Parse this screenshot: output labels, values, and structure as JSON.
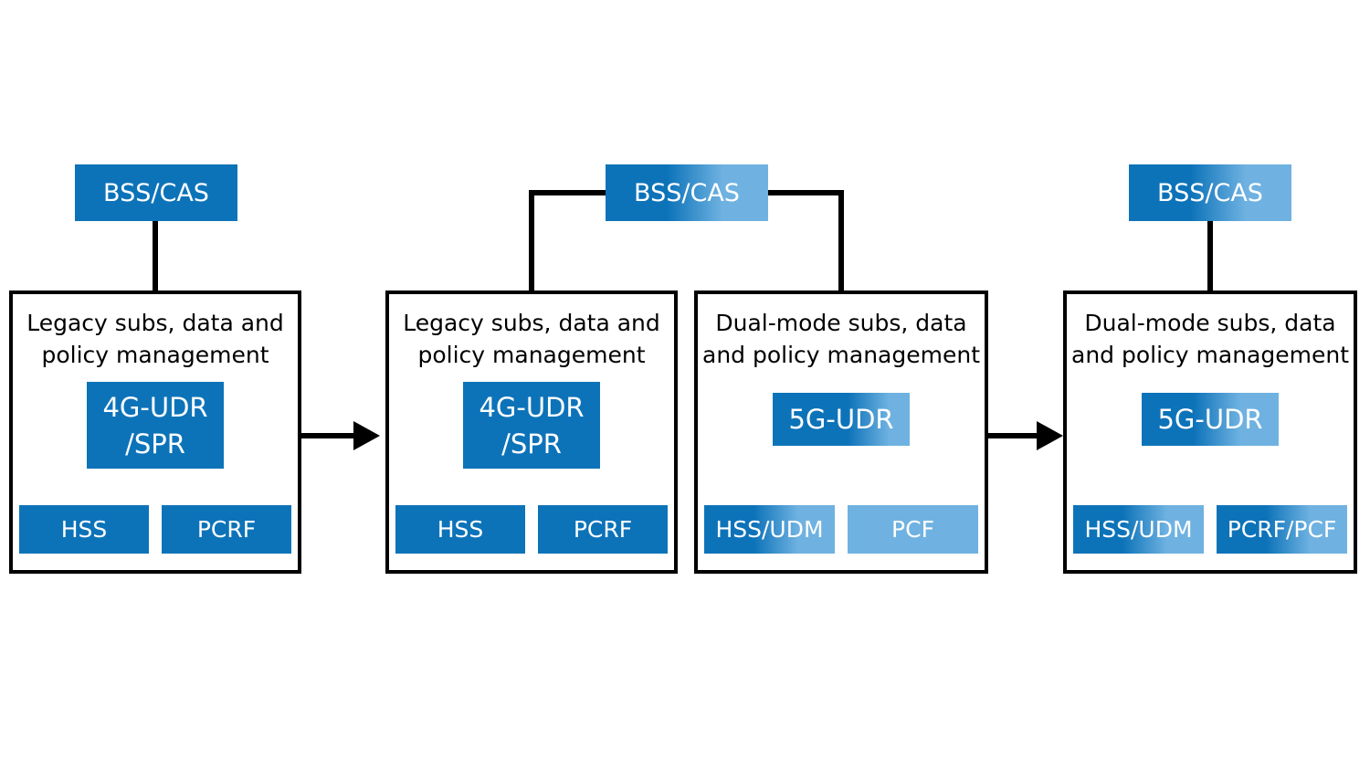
{
  "colors": {
    "dark_blue": "#0d73b9",
    "light_blue": "#6fb2e1",
    "line_black": "#000000",
    "background": "#ffffff",
    "box_text": "#ffffff",
    "panel_text": "#000000"
  },
  "stage1": {
    "bss_box": "BSS/CAS",
    "panel": {
      "title_line1": "Legacy subs, data and",
      "title_line2": "policy management",
      "udr_line1": "4G-UDR",
      "udr_line2": "/SPR",
      "left_node": "HSS",
      "right_node": "PCRF"
    }
  },
  "stage2": {
    "bss_box": "BSS/CAS",
    "legacy_panel": {
      "title_line1": "Legacy subs, data and",
      "title_line2": "policy management",
      "udr_line1": "4G-UDR",
      "udr_line2": "/SPR",
      "left_node": "HSS",
      "right_node": "PCRF"
    },
    "dual_panel": {
      "title_line1": "Dual-mode subs, data",
      "title_line2": "and policy management",
      "udr": "5G-UDR",
      "left_node": "HSS/UDM",
      "right_node": "PCF"
    }
  },
  "stage3": {
    "bss_box": "BSS/CAS",
    "dual_panel": {
      "title_line1": "Dual-mode subs, data",
      "title_line2": "and policy management",
      "udr": "5G-UDR",
      "left_node": "HSS/UDM",
      "right_node": "PCRF/PCF"
    }
  }
}
